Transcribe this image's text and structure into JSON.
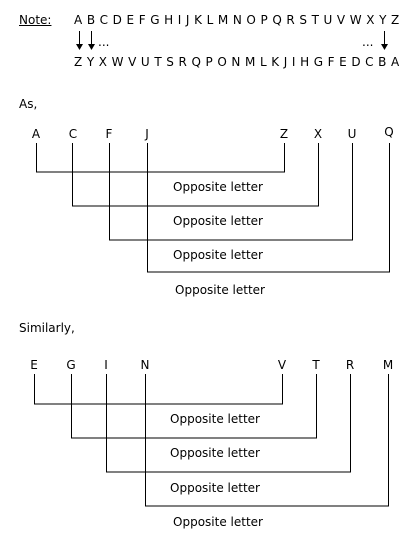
{
  "note": {
    "label": "Note:",
    "alphabet": "A B C D E F G H I J K L M N O P Q R S T U V W X Y Z",
    "reversed": "Z Y X W V U T S R Q P O N M L K J I H G F E D C B A",
    "dots_left": "...",
    "dots_right": "..."
  },
  "section_as": "As,",
  "section_similarly": "Similarly,",
  "opposite_label": "Opposite letter",
  "example1": {
    "left": [
      "A",
      "C",
      "F",
      "J"
    ],
    "right": [
      "Z",
      "X",
      "U",
      "Q"
    ]
  },
  "example2": {
    "left": [
      "E",
      "G",
      "I",
      "N"
    ],
    "right": [
      "V",
      "T",
      "R",
      "M"
    ]
  },
  "colors": {
    "line": "#000000",
    "text": "#000000"
  }
}
